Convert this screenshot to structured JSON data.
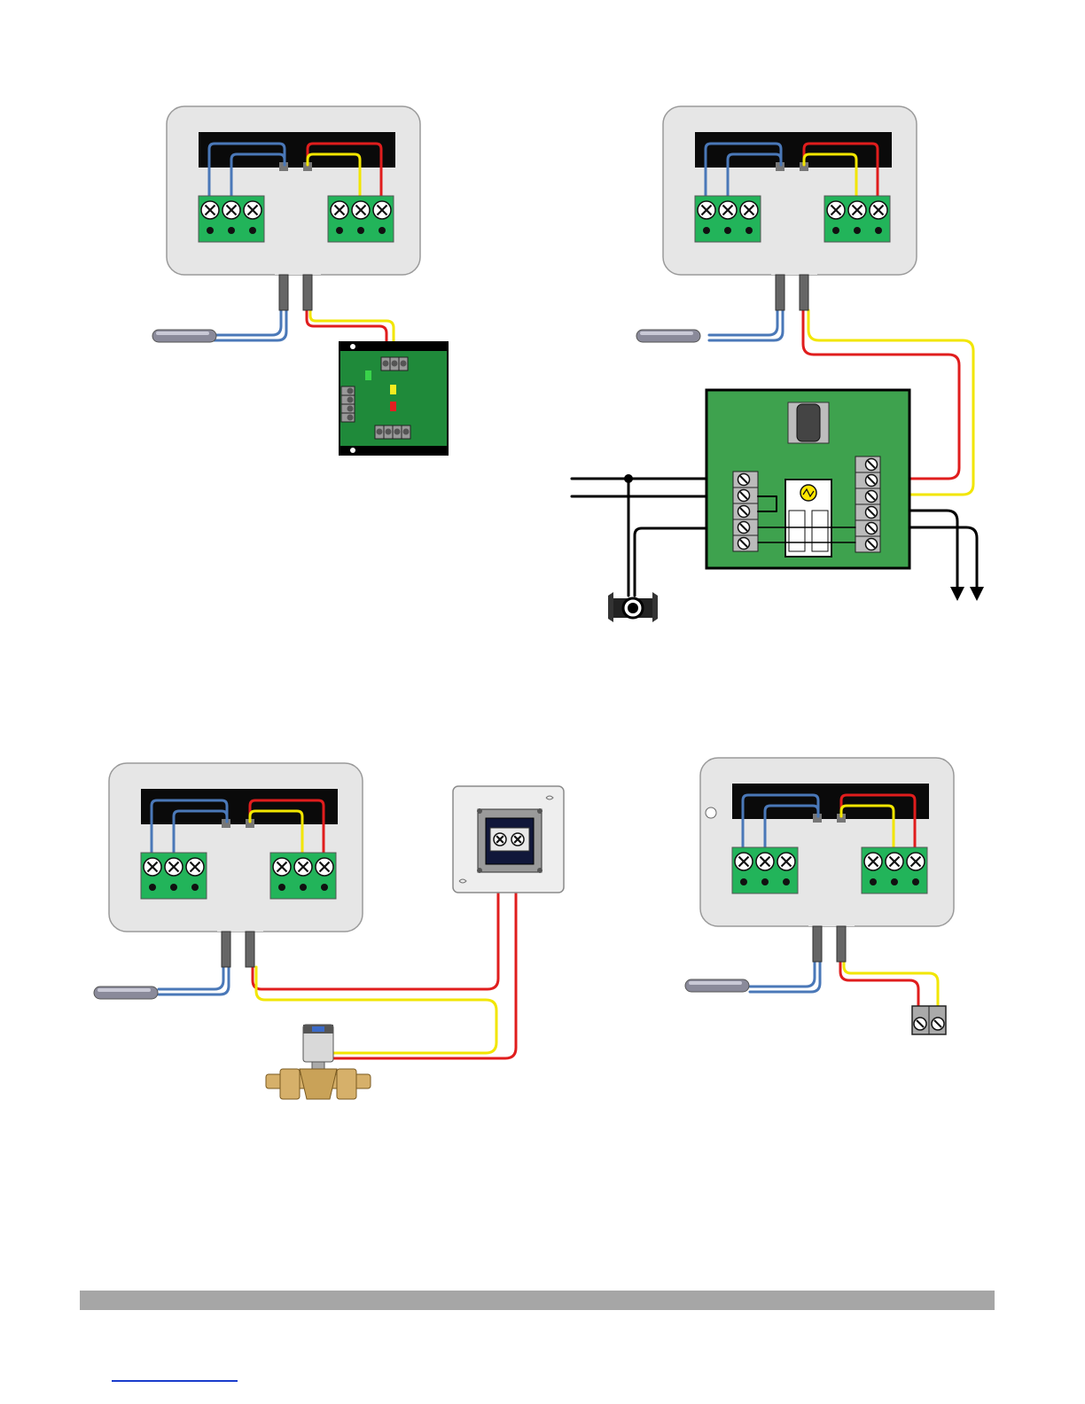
{
  "colors": {
    "background": "#ffffff",
    "housing_fill": "#e6e6e6",
    "housing_stroke": "#9a9a9a",
    "terminal_green": "#22b45a",
    "board_green": "#1f8a3a",
    "relay_box_green": "#3ea24e",
    "wire_blue": "#4a78b8",
    "wire_red": "#e01d1d",
    "wire_yellow": "#f2e600",
    "wire_black": "#000000",
    "sensor_gray": "#8a8a9a",
    "valve_brass": "#d6b06a",
    "footer_bar": "#a6a6a6",
    "footer_link": "#1a3ccc"
  },
  "diagrams": [
    {
      "id": "controller-to-circuit-board",
      "load": "circuit-board"
    },
    {
      "id": "controller-to-relay-box",
      "load": "relay-box-with-pump"
    },
    {
      "id": "controller-to-zone-valve",
      "load": "zone-valve-and-wall-plate"
    },
    {
      "id": "controller-to-terminal-block",
      "load": "two-pole-terminal-block"
    }
  ],
  "icons": [
    "temperature-sensor-icon",
    "circulator-pump-icon",
    "zone-valve-icon",
    "transformer-icon",
    "ground-arrow-icon"
  ]
}
